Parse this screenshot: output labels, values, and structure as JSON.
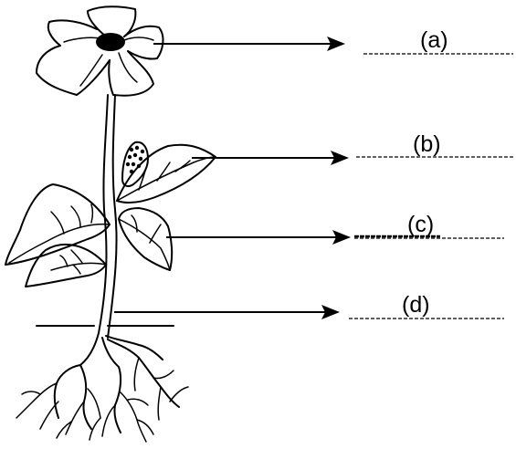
{
  "labels": [
    {
      "id": "a",
      "text": "(a)"
    },
    {
      "id": "b",
      "text": "(b)"
    },
    {
      "id": "c",
      "text": "(c)"
    },
    {
      "id": "d",
      "text": "(d)"
    }
  ],
  "colors": {
    "ink": "#000000",
    "background": "#ffffff"
  }
}
